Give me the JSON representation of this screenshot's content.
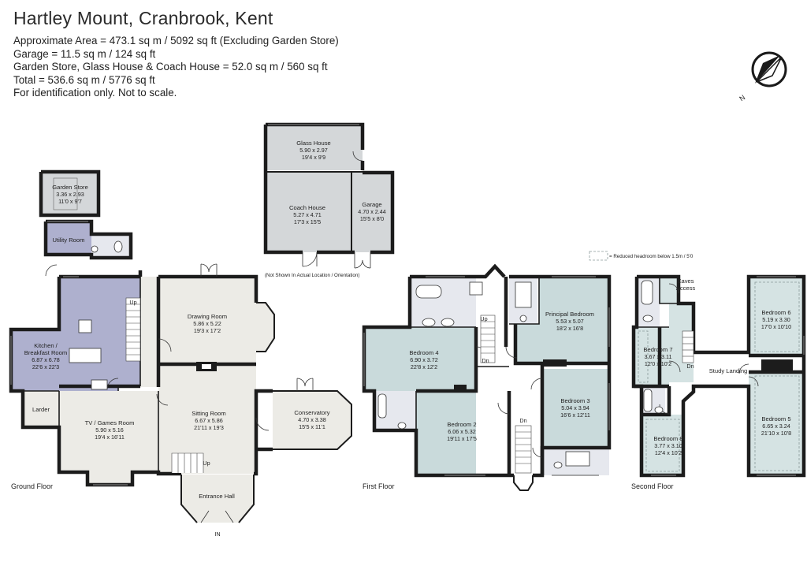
{
  "title": "Hartley Mount, Cranbrook, Kent",
  "info": [
    "Approximate  Area = 473.1 sq m / 5092 sq ft (Excluding Garden Store)",
    "Garage = 11.5 sq m / 124 sq ft",
    "Garden Store, Glass House & Coach House = 52.0 sq m / 560 sq ft",
    "Total = 536.6 sq m / 5776 sq ft",
    "For identification only. Not to scale."
  ],
  "compass_label": "N",
  "legend": "= Reduced headroom below 1.5m / 5'0",
  "outbuildings_note": "(Not Shown In Actual Location / Orientation)",
  "entrance_label": "IN",
  "floors": {
    "ground": "Ground Floor",
    "first": "First Floor",
    "second": "Second Floor"
  },
  "colors": {
    "kitchen": "#aeb0ce",
    "ground": "#ecebe6",
    "first": "#c9dadb",
    "second": "#d5e3e3",
    "outbuilding": "#d4d7d9",
    "wet": "#e6e8ee"
  },
  "rooms": {
    "garden_store": {
      "name": "Garden Store",
      "metric": "3.36 x 2.93",
      "imperial": "11'0 x 9'7"
    },
    "utility": {
      "name": "Utility Room"
    },
    "glass_house": {
      "name": "Glass House",
      "metric": "5.90 x 2.97",
      "imperial": "19'4 x 9'9"
    },
    "coach_house": {
      "name": "Coach House",
      "metric": "5.27 x 4.71",
      "imperial": "17'3 x 15'5"
    },
    "garage": {
      "name": "Garage",
      "metric": "4.70 x 2.44",
      "imperial": "15'5 x 8'0"
    },
    "kitchen": {
      "name": "Kitchen /",
      "name2": "Breakfast Room",
      "metric": "6.87 x 6.78",
      "imperial": "22'6 x 22'3"
    },
    "larder": {
      "name": "Larder"
    },
    "tv_games": {
      "name": "TV / Games Room",
      "metric": "5.90 x 5.16",
      "imperial": "19'4 x 16'11"
    },
    "drawing": {
      "name": "Drawing Room",
      "metric": "5.86 x 5.22",
      "imperial": "19'3 x 17'2"
    },
    "sitting": {
      "name": "Sitting Room",
      "metric": "6.67 x 5.86",
      "imperial": "21'11 x 19'3"
    },
    "conservatory": {
      "name": "Conservatory",
      "metric": "4.70 x 3.38",
      "imperial": "15'5 x 11'1"
    },
    "entrance_hall": {
      "name": "Entrance Hall"
    },
    "bedroom4": {
      "name": "Bedroom 4",
      "metric": "6.90 x 3.72",
      "imperial": "22'8 x 12'2"
    },
    "principal": {
      "name": "Principal Bedroom",
      "metric": "5.53 x 5.07",
      "imperial": "18'2 x 16'8"
    },
    "bedroom3": {
      "name": "Bedroom 3",
      "metric": "5.04 x 3.94",
      "imperial": "16'6 x 12'11"
    },
    "bedroom2": {
      "name": "Bedroom 2",
      "metric": "6.06 x 5.32",
      "imperial": "19'11 x 17'5"
    },
    "eaves": {
      "name": "Eaves",
      "name2": "Access"
    },
    "bedroom7": {
      "name": "Bedroom 7",
      "metric": "3.67 x 3.11",
      "imperial": "12'0 x 10'2"
    },
    "study_landing": {
      "name": "Study Landing"
    },
    "bedroom6": {
      "name": "Bedroom 6",
      "metric": "5.19 x 3.30",
      "imperial": "17'0 x 10'10"
    },
    "bedroom5": {
      "name": "Bedroom 5",
      "metric": "6.65 x 3.24",
      "imperial": "21'10 x 10'8"
    },
    "bedroom8": {
      "name": "Bedroom 8",
      "metric": "3.77 x 3.10",
      "imperial": "12'4 x 10'2"
    }
  },
  "stairs": {
    "up": "Up",
    "down": "Dn"
  }
}
